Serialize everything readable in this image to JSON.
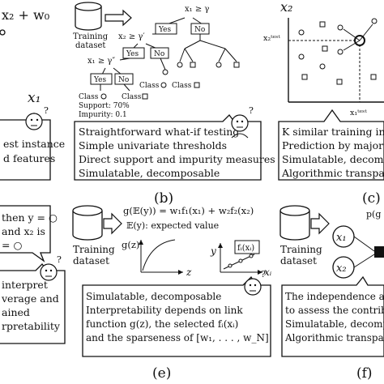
{
  "panel_b": {
    "db_label1": "Training",
    "db_label2": "dataset",
    "root_cond": "x₁ ≥ γ",
    "left_cond": "x₂ ≥ γ′",
    "ll_cond": "x₁ ≥ γ″",
    "yes": "Yes",
    "no": "No",
    "class": "Class",
    "support": "Support: 70%",
    "impurity": "Impurity: 0.1",
    "bubble_lines": [
      "Straightforward what-if testing",
      "Simple univariate thresholds",
      "Direct support and impurity measures",
      "Simulatable, decomposable"
    ],
    "caption": "(b)"
  },
  "panel_a": {
    "eq_fragment": "x₂ + w₀",
    "axis_x1": "x₁",
    "bubble_lines": [
      "est instance",
      "d features"
    ]
  },
  "panel_c": {
    "axis_x2": "x₂",
    "x2_test": "x₂ᵗᵉˢᵗ",
    "x1_test": "x₁ᵗᵉˢᵗ",
    "bubble_lines": [
      "K similar training inst",
      "Prediction by majority",
      "Simulatable, decompos",
      "Algorithmic transparen"
    ],
    "caption": "(c)"
  },
  "panel_d": {
    "rules": [
      "then y = ○",
      "and x₂ is",
      "= ○"
    ],
    "bubble_lines": [
      "interpret",
      "verage and",
      "ained",
      "rpretability"
    ]
  },
  "panel_e": {
    "db_label1": "Training",
    "db_label2": "dataset",
    "eq": "g(𝔼(y)) = w₁f₁(x₁) + w₂f₂(x₂)",
    "eq_desc": "𝔼(y): expected value",
    "gz": "g(z)",
    "z": "z",
    "y": "y",
    "fi": "fᵢ(xᵢ)",
    "xi": "xᵢ",
    "bubble_lines": [
      "Simulatable, decomposable",
      "Interpretability depends on link",
      "function g(z), the selected fᵢ(xᵢ)",
      "and the sparseness of [w₁, . . . , w_N]"
    ],
    "caption": "(e)"
  },
  "panel_f": {
    "db_label1": "Training",
    "db_label2": "dataset",
    "node1": "x₁",
    "node2": "x₂",
    "p_label": "p(g",
    "bubble_lines": [
      "The independence ass",
      "to assess the contribu",
      "Simulatable, decompo",
      "Algorithmic transpare"
    ],
    "caption": "(f)"
  }
}
